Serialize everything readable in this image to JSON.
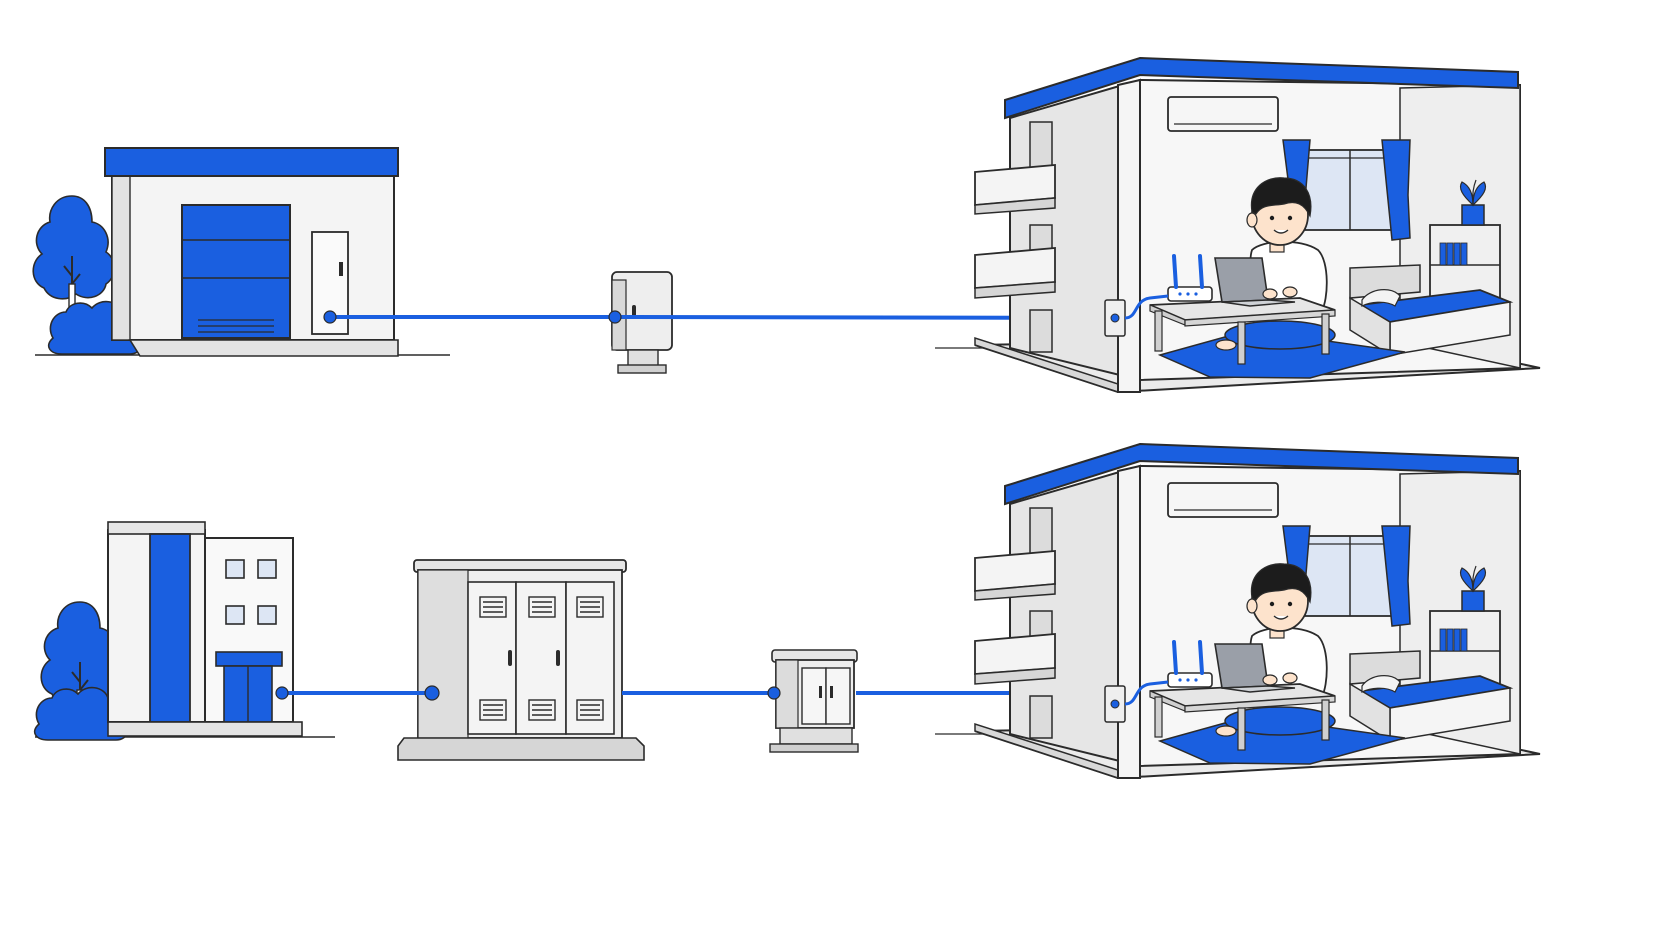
{
  "colors": {
    "accent": "#1a5fe0",
    "stroke": "#2b2b2b",
    "wall_light": "#f4f4f4",
    "wall_shade": "#dcdcdc",
    "floor": "#ebebeb",
    "skin": "#fde3cc",
    "hair": "#1c1c1c",
    "window_glass": "#dde6f4",
    "background": "#ffffff"
  },
  "diagram": {
    "rows": [
      {
        "id": "top",
        "nodes": [
          "shop-building",
          "utility-box",
          "apartment-room"
        ],
        "links": [
          [
            "shop-building",
            "utility-box"
          ],
          [
            "utility-box",
            "apartment-room"
          ]
        ]
      },
      {
        "id": "bottom",
        "nodes": [
          "office-building",
          "large-cabinet",
          "small-cabinet",
          "apartment-room"
        ],
        "links": [
          [
            "office-building",
            "large-cabinet"
          ],
          [
            "large-cabinet",
            "small-cabinet"
          ],
          [
            "small-cabinet",
            "apartment-room"
          ]
        ]
      }
    ],
    "icons": {
      "tree": "tree-icon",
      "shop": "shop-building-icon",
      "office": "office-building-icon",
      "utility_box": "utility-box-icon",
      "cabinet": "street-cabinet-icon",
      "apartment": "apartment-room-icon",
      "router": "router-icon",
      "laptop": "laptop-icon",
      "person": "person-icon",
      "air_conditioner": "air-conditioner-icon",
      "bed": "bed-icon",
      "bookshelf": "bookshelf-icon",
      "plant": "potted-plant-icon",
      "wall_outlet": "wall-outlet-icon"
    }
  }
}
